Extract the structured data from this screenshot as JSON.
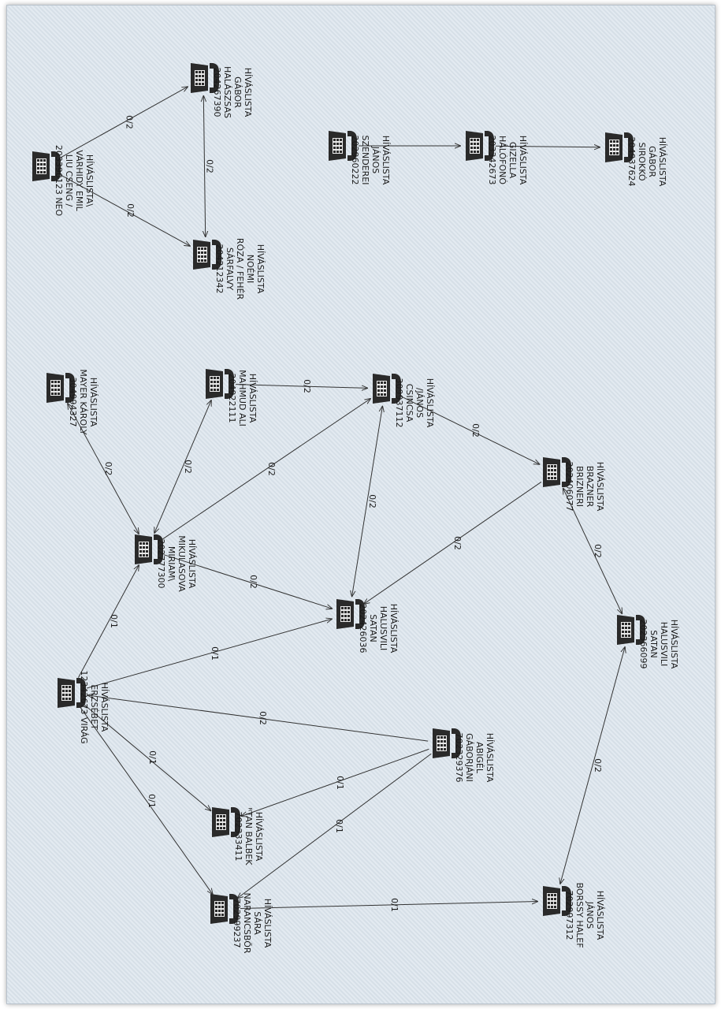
{
  "nodes": [
    {
      "id": "n1",
      "lines": [
        "12342673 VIRÁG",
        "ERZSÉBET",
        "HÍVÁSLISTA"
      ]
    },
    {
      "id": "n2",
      "lines": [
        "202777300",
        "MIRIAM\\",
        "MIKULASOVA",
        "HÍVÁSLISTA"
      ]
    },
    {
      "id": "n3",
      "lines": [
        "304994327",
        "MAYER KÁROLY",
        "HÍVÁSLISTA"
      ]
    },
    {
      "id": "n4",
      "lines": [
        "204922111",
        "MAHMUD ALI",
        "HÍVÁSLISTA"
      ]
    },
    {
      "id": "n5",
      "lines": [
        "309937112",
        "CSINCSA",
        "/JÁNOS",
        "HÍVÁSLISTA"
      ]
    },
    {
      "id": "n6",
      "lines": [
        "202426036",
        "SATAN",
        "HALUSVILI",
        "HÍVÁSLISTA"
      ]
    },
    {
      "id": "n7",
      "lines": [
        "202406077",
        "BRIZNERI",
        "BRAZNER",
        "HÍVÁSLISTA"
      ]
    },
    {
      "id": "n8",
      "lines": [
        "202366099",
        "SATAN",
        "HALUSVILI",
        "HÍVÁSLISTA"
      ]
    },
    {
      "id": "n9",
      "lines": [
        "702333411",
        "ᴿTAN BALBEK",
        "HÍVÁSLISTA"
      ]
    },
    {
      "id": "n10",
      "lines": [
        "702329376",
        "GÁBORJÁNI",
        "ABIGÉL",
        "HÍVÁSLISTA"
      ]
    },
    {
      "id": "n11",
      "lines": [
        "702999237",
        "NARANCSBŐR",
        "SÁRA",
        "HÍVÁSLISTA"
      ]
    },
    {
      "id": "n12",
      "lines": [
        "702997312",
        "BORSSY HALEF",
        "JÁNOS",
        "HÍVÁSLISTA"
      ]
    },
    {
      "id": "n13",
      "lines": [
        "203390123 NEO",
        "LIU CSENG /",
        "VÁRHIDY EMIL",
        "HÍVÁSLISTA\\"
      ]
    },
    {
      "id": "n14",
      "lines": [
        "204267390",
        "HALÁSZSAS",
        "GÁBOR",
        "HÍVÁSLISTA"
      ]
    },
    {
      "id": "n15",
      "lines": [
        "204212342",
        "SÁRFALVY",
        "RÓZA / FEHÉR",
        "NOÉMI",
        "HÍVÁSLISTA"
      ]
    },
    {
      "id": "n16",
      "lines": [
        "202960222",
        "SZENDEREI",
        "JÁNOS",
        "HÍVÁSLISTA"
      ]
    },
    {
      "id": "n17",
      "lines": [
        "203342673",
        "HÁLÓFONÓ",
        "GIZELLA",
        "HÍVÁSLISTA"
      ]
    },
    {
      "id": "n18",
      "lines": [
        "204937624",
        "SIROKKÓ",
        "GÁBOR",
        "HÍVÁSLISTA"
      ]
    }
  ],
  "edges": [
    {
      "from": "n1",
      "to": "n2",
      "label": "0/1"
    },
    {
      "from": "n1",
      "to": "n6",
      "label": "0/1"
    },
    {
      "from": "n1",
      "to": "n9",
      "label": "0/1"
    },
    {
      "from": "n1",
      "to": "n11",
      "label": "0/1"
    },
    {
      "from": "n10",
      "to": "n1",
      "label": "0/2"
    },
    {
      "from": "n2",
      "to": "n3",
      "label": "0/2",
      "dir": "both"
    },
    {
      "from": "n2",
      "to": "n4",
      "label": "0/2",
      "dir": "both"
    },
    {
      "from": "n2",
      "to": "n5",
      "label": "0/2"
    },
    {
      "from": "n2",
      "to": "n6",
      "label": "0/2"
    },
    {
      "from": "n4",
      "to": "n5",
      "label": "0/2"
    },
    {
      "from": "n5",
      "to": "n6",
      "label": "0/2",
      "dir": "both"
    },
    {
      "from": "n5",
      "to": "n7",
      "label": "0/2"
    },
    {
      "from": "n7",
      "to": "n6",
      "label": "0/2"
    },
    {
      "from": "n7",
      "to": "n8",
      "label": "0/2",
      "dir": "both"
    },
    {
      "from": "n12",
      "to": "n8",
      "label": "0/2",
      "dir": "both"
    },
    {
      "from": "n10",
      "to": "n9",
      "label": "0/1"
    },
    {
      "from": "n10",
      "to": "n11",
      "label": "0/1"
    },
    {
      "from": "n11",
      "to": "n12",
      "label": "0/1"
    },
    {
      "from": "n13",
      "to": "n14",
      "label": "0/2"
    },
    {
      "from": "n13",
      "to": "n15",
      "label": "0/2"
    },
    {
      "from": "n14",
      "to": "n15",
      "label": "0/2",
      "dir": "both"
    },
    {
      "from": "n16",
      "to": "n17",
      "label": ""
    },
    {
      "from": "n17",
      "to": "n18",
      "label": ""
    }
  ]
}
